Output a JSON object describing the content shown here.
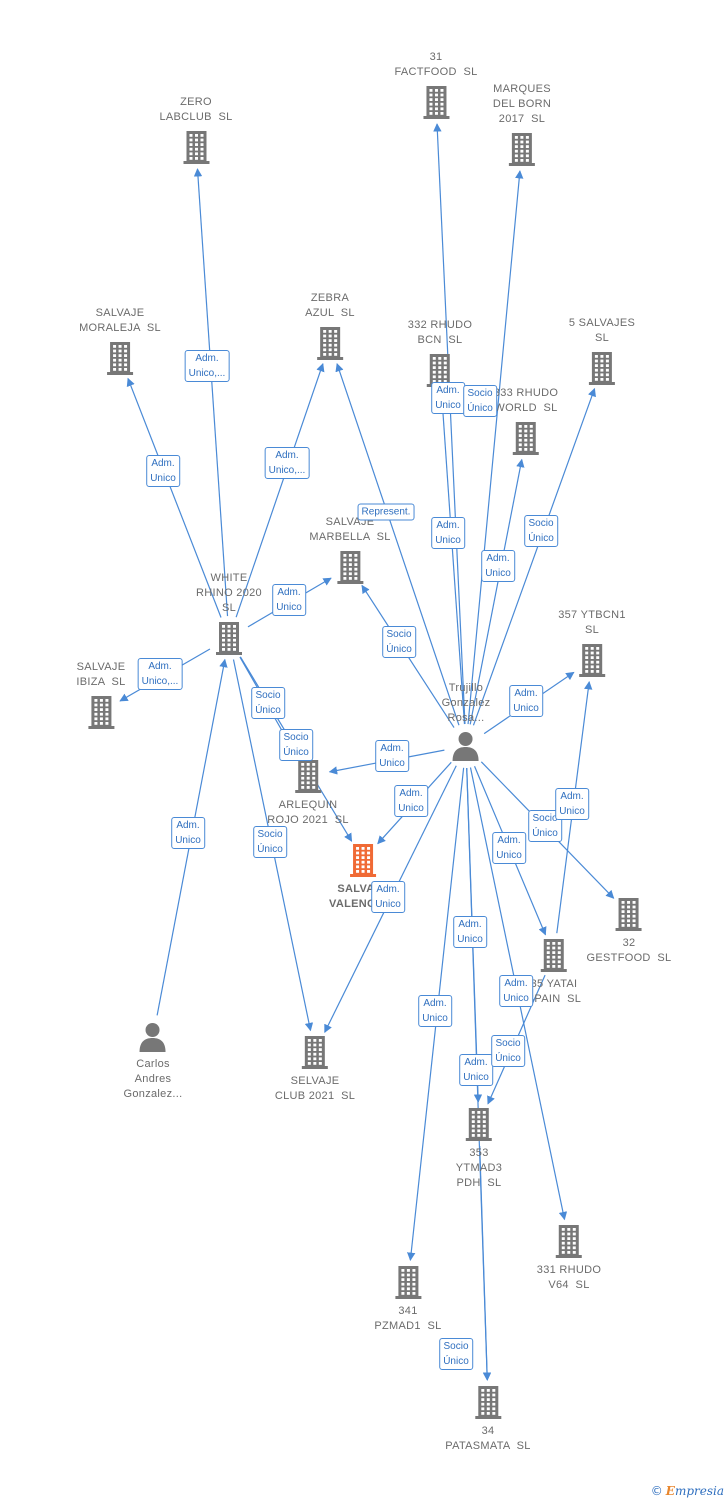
{
  "colors": {
    "edge": "#4a8ad6",
    "building": "#777777",
    "focus": "#f06a35",
    "label": "#6b6b6b"
  },
  "nodes": [
    {
      "id": "zero",
      "kind": "company",
      "icon": "building-icon",
      "label": "ZERO\nLABCLUB  SL",
      "label_pos": "above"
    },
    {
      "id": "factfood31",
      "kind": "company",
      "icon": "building-icon",
      "label": "31\nFACTFOOD  SL",
      "label_pos": "above"
    },
    {
      "id": "marques",
      "kind": "company",
      "icon": "building-icon",
      "label": "MARQUES\nDEL BORN\n2017  SL",
      "label_pos": "above"
    },
    {
      "id": "moraleja",
      "kind": "company",
      "icon": "building-icon",
      "label": "SALVAJE\nMORALEJA  SL",
      "label_pos": "above"
    },
    {
      "id": "zebra",
      "kind": "company",
      "icon": "building-icon",
      "label": "ZEBRA\nAZUL  SL",
      "label_pos": "above"
    },
    {
      "id": "rhudo332",
      "kind": "company",
      "icon": "building-icon",
      "label": "332 RHUDO\nBCN  SL",
      "label_pos": "above"
    },
    {
      "id": "salvajes5",
      "kind": "company",
      "icon": "building-icon",
      "label": "5 SALVAJES\nSL",
      "label_pos": "above"
    },
    {
      "id": "rhudo333",
      "kind": "company",
      "icon": "building-icon",
      "label": "333 RHUDO\nWORLD  SL",
      "label_pos": "above"
    },
    {
      "id": "marbella",
      "kind": "company",
      "icon": "building-icon",
      "label": "SALVAJE\nMARBELLA  SL",
      "label_pos": "above"
    },
    {
      "id": "white",
      "kind": "company",
      "icon": "building-icon",
      "label": "WHITE\nRHINO 2020\nSL",
      "label_pos": "above"
    },
    {
      "id": "ytbcn357",
      "kind": "company",
      "icon": "building-icon",
      "label": "357 YTBCN1\nSL",
      "label_pos": "above"
    },
    {
      "id": "ibiza",
      "kind": "company",
      "icon": "building-icon",
      "label": "SALVAJE\nIBIZA  SL",
      "label_pos": "above"
    },
    {
      "id": "trujillo",
      "kind": "person",
      "icon": "person-icon",
      "label": "Trujillo\nGonzalez\nRosa...",
      "label_pos": "above"
    },
    {
      "id": "arlequin",
      "kind": "company",
      "icon": "building-icon",
      "label": "ARLEQUIN\nROJO 2021  SL",
      "label_pos": "below"
    },
    {
      "id": "valencia",
      "kind": "focus",
      "icon": "building-icon",
      "label": "SALVAJE\nVALENCIA...",
      "label_pos": "below"
    },
    {
      "id": "gestfood32",
      "kind": "company",
      "icon": "building-icon",
      "label": "32\nGESTFOOD  SL",
      "label_pos": "below"
    },
    {
      "id": "yatai",
      "kind": "company",
      "icon": "building-icon",
      "label": "35 YATAI\nSPAIN  SL",
      "label_pos": "below"
    },
    {
      "id": "carlos",
      "kind": "person",
      "icon": "person-icon",
      "label": "Carlos\nAndres\nGonzalez...",
      "label_pos": "below"
    },
    {
      "id": "selvaje",
      "kind": "company",
      "icon": "building-icon",
      "label": "SELVAJE\nCLUB 2021  SL",
      "label_pos": "below"
    },
    {
      "id": "ytmad353",
      "kind": "company",
      "icon": "building-icon",
      "label": "353\nYTMAD3\nPDH  SL",
      "label_pos": "below"
    },
    {
      "id": "rhudo331",
      "kind": "company",
      "icon": "building-icon",
      "label": "331 RHUDO\nV64  SL",
      "label_pos": "below"
    },
    {
      "id": "pzmad341",
      "kind": "company",
      "icon": "building-icon",
      "label": "341\nPZMAD1  SL",
      "label_pos": "below"
    },
    {
      "id": "patasmata34",
      "kind": "company",
      "icon": "building-icon",
      "label": "34\nPATASMATA  SL",
      "label_pos": "below"
    }
  ],
  "edges": [
    {
      "from": "white",
      "to": "zero",
      "label": "Adm.\nUnico,..."
    },
    {
      "from": "white",
      "to": "moraleja",
      "label": "Adm.\nUnico"
    },
    {
      "from": "white",
      "to": "zebra",
      "label": "Adm.\nUnico,..."
    },
    {
      "from": "white",
      "to": "marbella",
      "label": "Adm.\nUnico"
    },
    {
      "from": "white",
      "to": "ibiza",
      "label": "Adm.\nUnico,..."
    },
    {
      "from": "white",
      "to": "arlequin",
      "label": "Socio\nÚnico"
    },
    {
      "from": "white",
      "to": "valencia",
      "label": "Socio\nÚnico"
    },
    {
      "from": "white",
      "to": "selvaje",
      "label": "Socio\nÚnico"
    },
    {
      "from": "carlos",
      "to": "white",
      "label": "Adm.\nUnico"
    },
    {
      "from": "trujillo",
      "to": "zebra",
      "label": "Represent."
    },
    {
      "from": "trujillo",
      "to": "factfood31",
      "label": "Adm.\nUnico"
    },
    {
      "from": "trujillo",
      "to": "marques",
      "label": "Adm.\nUnico"
    },
    {
      "from": "trujillo",
      "to": "rhudo332",
      "label": "Adm.\nUnico"
    },
    {
      "from": "trujillo",
      "to": "rhudo333",
      "label": "Socio\nÚnico"
    },
    {
      "from": "trujillo",
      "to": "salvajes5",
      "label": "Socio\nÚnico"
    },
    {
      "from": "trujillo",
      "to": "marbella",
      "label": "Socio\nÚnico"
    },
    {
      "from": "trujillo",
      "to": "ytbcn357",
      "label": "Adm.\nUnico"
    },
    {
      "from": "trujillo",
      "to": "arlequin",
      "label": "Adm.\nUnico"
    },
    {
      "from": "trujillo",
      "to": "valencia",
      "label": "Adm.\nUnico"
    },
    {
      "from": "trujillo",
      "to": "selvaje",
      "label": "Adm.\nUnico"
    },
    {
      "from": "trujillo",
      "to": "gestfood32",
      "label": "Adm.\nUnico"
    },
    {
      "from": "trujillo",
      "to": "yatai",
      "label": "Adm.\nUnico"
    },
    {
      "from": "yatai",
      "to": "ytbcn357",
      "label": "Socio\nÚnico"
    },
    {
      "from": "trujillo",
      "to": "ytmad353",
      "label": "Adm.\nUnico"
    },
    {
      "from": "trujillo",
      "to": "rhudo331",
      "label": "Adm.\nUnico"
    },
    {
      "from": "trujillo",
      "to": "pzmad341",
      "label": "Adm.\nUnico"
    },
    {
      "from": "trujillo",
      "to": "patasmata34",
      "label": "Adm.\nUnico"
    },
    {
      "from": "yatai",
      "to": "ytmad353",
      "label": "Socio\nÚnico"
    },
    {
      "from": "ytmad353",
      "to": "patasmata34",
      "label": "Socio\nÚnico"
    }
  ],
  "footer": {
    "copyright": "©",
    "brand_first": "E",
    "brand_rest": "mpresia"
  }
}
